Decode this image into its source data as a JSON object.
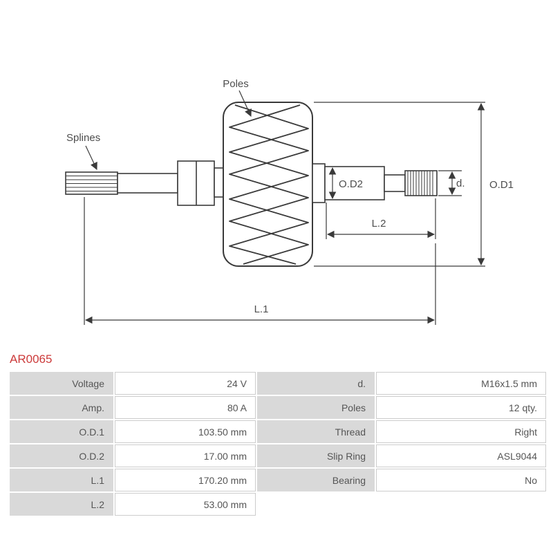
{
  "title": "AR0065",
  "colors": {
    "accent_red": "#cc3a3a",
    "line_color": "#3a3a3a",
    "table_label_bg": "#d9d9d9",
    "table_border": "#cccccc",
    "text_gray": "#555555"
  },
  "diagram": {
    "labels": {
      "poles": "Poles",
      "splines": "Splines",
      "od2": "O.D2",
      "d": "d.",
      "od1": "O.D1",
      "l2": "L.2",
      "l1": "L.1"
    }
  },
  "spec_table": {
    "rows": [
      {
        "c0": "Voltage",
        "c1": "24 V",
        "c2": "d.",
        "c3": "M16x1.5 mm"
      },
      {
        "c0": "Amp.",
        "c1": "80 A",
        "c2": "Poles",
        "c3": "12 qty."
      },
      {
        "c0": "O.D.1",
        "c1": "103.50 mm",
        "c2": "Thread",
        "c3": "Right"
      },
      {
        "c0": "O.D.2",
        "c1": "17.00 mm",
        "c2": "Slip Ring",
        "c3": "ASL9044"
      },
      {
        "c0": "L.1",
        "c1": "170.20 mm",
        "c2": "Bearing",
        "c3": "No"
      },
      {
        "c0": "L.2",
        "c1": "53.00 mm",
        "c2": "",
        "c3": ""
      }
    ]
  }
}
